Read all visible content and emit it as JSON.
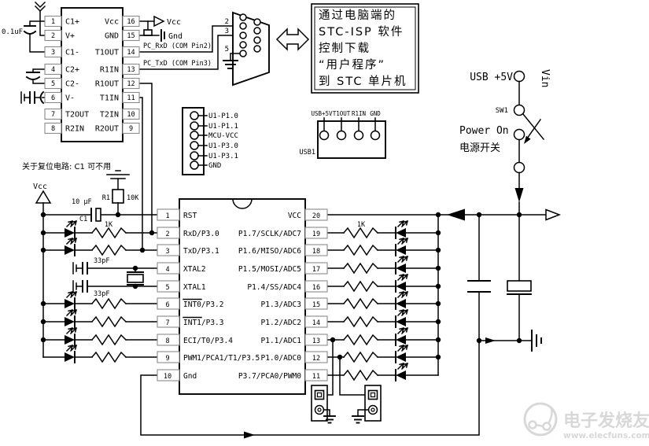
{
  "max232": {
    "left_pins": [
      {
        "num": "1",
        "name": "C1+"
      },
      {
        "num": "2",
        "name": "V+"
      },
      {
        "num": "3",
        "name": "C1-"
      },
      {
        "num": "4",
        "name": "C2+"
      },
      {
        "num": "5",
        "name": "C2-"
      },
      {
        "num": "6",
        "name": "V-"
      },
      {
        "num": "7",
        "name": "T2OUT"
      },
      {
        "num": "8",
        "name": "R2IN"
      }
    ],
    "right_pins": [
      {
        "num": "16",
        "name": "Vcc"
      },
      {
        "num": "15",
        "name": "GND"
      },
      {
        "num": "14",
        "name": "T1OUT"
      },
      {
        "num": "13",
        "name": "R1IN"
      },
      {
        "num": "12",
        "name": "R1OUT"
      },
      {
        "num": "11",
        "name": "T1IN"
      },
      {
        "num": "10",
        "name": "T2IN"
      },
      {
        "num": "9",
        "name": "R2OUT"
      }
    ],
    "labels": {
      "cap": "0.1uF",
      "vcc": "Vcc",
      "gnd": "Gnd",
      "pc_rxd": "PC_RxD (COM Pin2)",
      "pc_txd": "PC_TxD (COM Pin3)"
    }
  },
  "db9": {
    "p2": "2",
    "p3": "3",
    "p5": "5"
  },
  "note": {
    "l1": "通过电脑端的",
    "l2": "STC-ISP 软件",
    "l3": "控制下载",
    "l4": "“用户程序”",
    "l5": "到 STC 单片机"
  },
  "power": {
    "usb5v": "USB +5V",
    "vin": "Vin",
    "sw1": "SW1",
    "power_on": "Power On",
    "power_switch_cn": "电源开关"
  },
  "reset_note": "关于复位电路: C1 可不用",
  "reset": {
    "vcc_label": "Vcc",
    "c1_value": "10 μF",
    "c1_name": "C1",
    "r1_name": "R1",
    "r1_value": "10K"
  },
  "resistors": {
    "left_1k": "1K",
    "right_1k": "1K"
  },
  "xtal": {
    "cap_top": "33pF",
    "cap_bottom": "33pF"
  },
  "isp_header": {
    "pins": [
      "U1-P1.0",
      "U1-P1.1",
      "MCU-VCC",
      "U1-P3.0",
      "U1-P3.1",
      "GND"
    ]
  },
  "usb1": {
    "name": "USB1",
    "pins": [
      "USB+5V",
      "T1OUT",
      "R1IN",
      "GND"
    ]
  },
  "mcu": {
    "left_pins": [
      {
        "num": "1",
        "name": "RST"
      },
      {
        "num": "2",
        "name": "RxD/P3.0"
      },
      {
        "num": "3",
        "name": "TxD/P3.1"
      },
      {
        "num": "4",
        "name": "XTAL2"
      },
      {
        "num": "5",
        "name": "XTAL1"
      },
      {
        "num": "6",
        "name": "INT0/P3.2"
      },
      {
        "num": "7",
        "name": "INT1/P3.3"
      },
      {
        "num": "8",
        "name": "ECI/T0/P3.4"
      },
      {
        "num": "9",
        "name": "PWM1/PCA1/T1/P3.5"
      },
      {
        "num": "10",
        "name": "Gnd"
      }
    ],
    "right_pins": [
      {
        "num": "20",
        "name": "VCC"
      },
      {
        "num": "19",
        "name": "P1.7/SCLK/ADC7"
      },
      {
        "num": "18",
        "name": "P1.6/MISO/ADC6"
      },
      {
        "num": "17",
        "name": "P1.5/MOSI/ADC5"
      },
      {
        "num": "16",
        "name": "P1.4/SS/ADC4"
      },
      {
        "num": "15",
        "name": "P1.3/ADC3"
      },
      {
        "num": "14",
        "name": "P1.2/ADC2"
      },
      {
        "num": "13",
        "name": "P1.1/ADC1"
      },
      {
        "num": "12",
        "name": "P1.0/ADC0"
      },
      {
        "num": "11",
        "name": "P3.7/PCA0/PWM0"
      }
    ]
  },
  "watermark": {
    "brand": "电子发烧友",
    "url": "www.elecfuns.com"
  }
}
